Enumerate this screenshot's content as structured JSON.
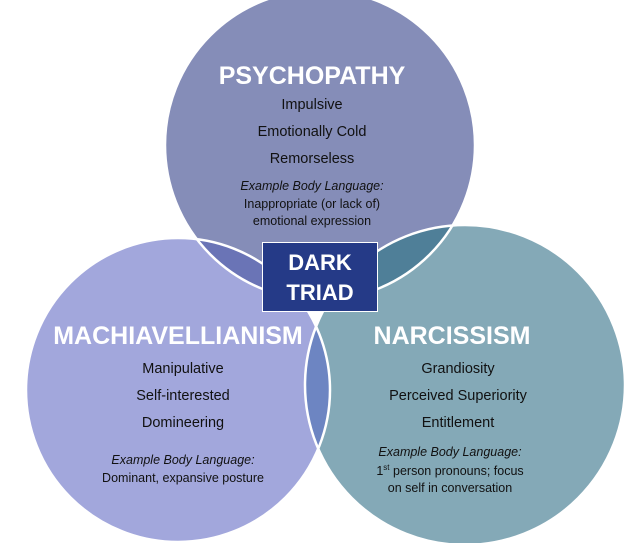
{
  "center": {
    "line1": "DARK",
    "line2": "TRIAD"
  },
  "psychopathy": {
    "title": "PSYCHOPATHY",
    "traits": [
      "Impulsive",
      "Emotionally Cold",
      "Remorseless"
    ],
    "example_label": "Example Body Language:",
    "example_lines": [
      "Inappropriate (or lack of)",
      "emotional expression"
    ]
  },
  "machiavellianism": {
    "title": "MACHIAVELLIANISM",
    "traits": [
      "Manipulative",
      "Self-interested",
      "Domineering"
    ],
    "example_label": "Example Body Language:",
    "example_lines": [
      "Dominant, expansive  posture"
    ]
  },
  "narcissism": {
    "title": "NARCISSISM",
    "traits": [
      "Grandiosity",
      "Perceived Superiority",
      "Entitlement"
    ],
    "example_label": "Example Body Language:",
    "example_sup_prefix": "1",
    "example_sup": "st",
    "example_lines": [
      " person pronouns; focus",
      "on self in conversation"
    ]
  },
  "colors": {
    "top": "#858db8",
    "left": "#a2a7dc",
    "right": "#84a9b7",
    "top_left": "#6a74b6",
    "top_right": "#4f7f98",
    "left_right": "#6d85c2",
    "box": "#253a87"
  }
}
